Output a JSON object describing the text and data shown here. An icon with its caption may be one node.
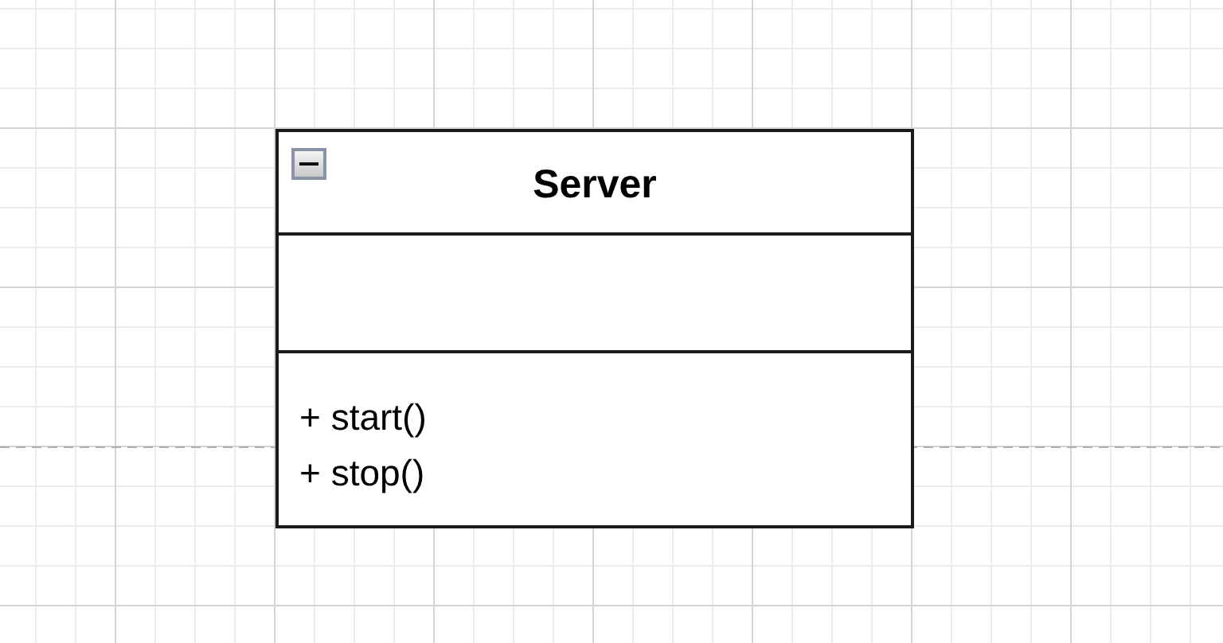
{
  "diagram": {
    "nodes": [
      {
        "text": [
          "Server"
        ]
      },
      {
        "text": [],
        "shape": "box",
        "in": 0
      },
      {
        "text": [
          "+ start()",
          "+ stop()"
        ],
        "in": 0
      }
    ]
  }
}
